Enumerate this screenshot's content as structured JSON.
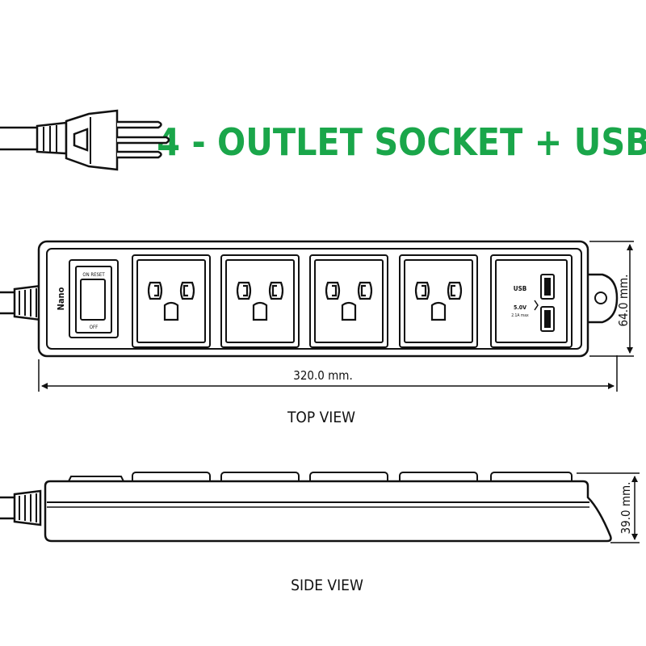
{
  "title": "4 - OUTLET  SOCKET + USB",
  "brand": "Nano",
  "switch": {
    "on_label": "ON RESET",
    "off_label": "OFF"
  },
  "usb": {
    "type_label": "USB",
    "rating": "5.0V",
    "rating_sub": "2.1A max"
  },
  "outlet_count": 4,
  "dimensions": {
    "length": "320.0 mm.",
    "width": "64.0 mm.",
    "height": "39.0 mm."
  },
  "views": {
    "top": "TOP VIEW",
    "side": "SIDE VIEW"
  },
  "colors": {
    "title": "#1aa64a",
    "line": "#111111",
    "background": "#ffffff"
  }
}
